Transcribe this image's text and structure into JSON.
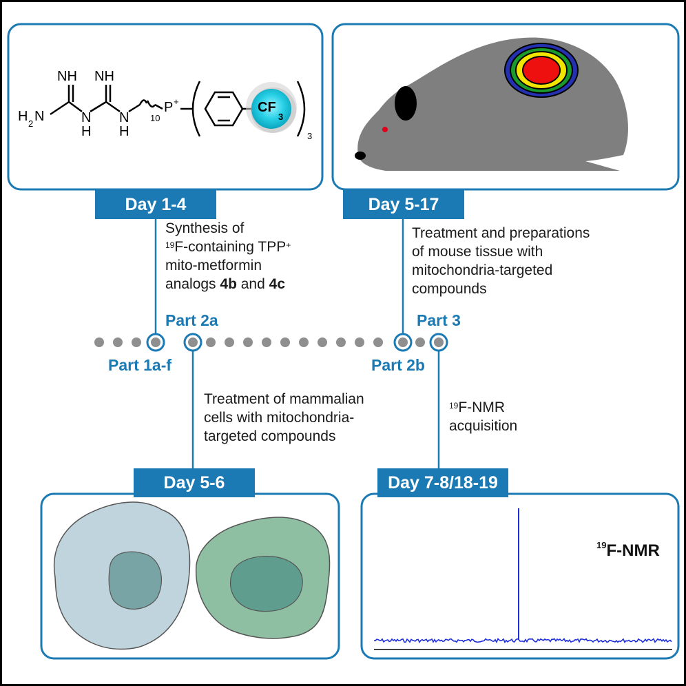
{
  "steps": {
    "day1": {
      "tag": "Day 1-4",
      "desc_sup": "19",
      "desc_line1": "Synthesis of",
      "desc_line2": "F-containing TPP",
      "desc_line2_sup": "+",
      "desc_line3": "mito-metformin",
      "desc_line4_a": "analogs ",
      "desc_line4_b": "4b",
      "desc_line4_c": " and ",
      "desc_line4_d": "4c"
    },
    "day5_17": {
      "tag": "Day 5-17",
      "desc_line1": "Treatment and preparations",
      "desc_line2": "of mouse tissue with",
      "desc_line3": "mitochondria-targeted",
      "desc_line4": "compounds"
    },
    "day5_6": {
      "tag": "Day 5-6",
      "desc_line1": "Treatment of mammalian",
      "desc_line2": "cells with mitochondria-",
      "desc_line3": "targeted compounds"
    },
    "day7": {
      "tag": "Day 7-8/18-19",
      "desc_sup": "19",
      "desc_line1": "F-NMR",
      "desc_line2": "acquisition"
    }
  },
  "parts": {
    "p1": "Part 1a-f",
    "p2a": "Part 2a",
    "p2b": "Part 2b",
    "p3": "Part 3"
  },
  "chemistry": {
    "nh_top1": "NH",
    "nh_top2": "NH",
    "h2n": "H",
    "h2n_sub": "2",
    "h2n_n": "N",
    "n_bottom1": "N",
    "h_bottom1": "H",
    "n_bottom2": "N",
    "h_bottom2": "H",
    "chain_sub": "10",
    "p_atom": "P",
    "p_charge": "+",
    "cf3": "CF",
    "cf3_sub": "3",
    "outer_sub": "3"
  },
  "nmr": {
    "label_sup": "19",
    "label": "F-NMR"
  },
  "colors": {
    "accent": "#1b7ab3",
    "mouse": "#7f7f7f",
    "cell1": "#bfd4dc",
    "cell2": "#8fbfa3",
    "spectrum": "#1f2fd6"
  }
}
